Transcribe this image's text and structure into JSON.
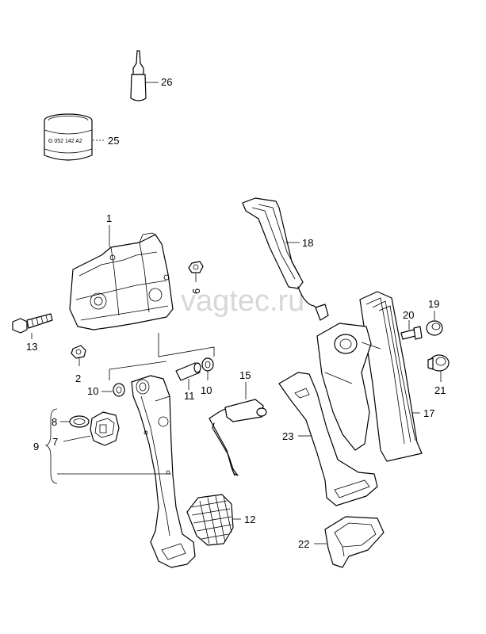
{
  "watermark": "vagtec.ru",
  "container_label": "G 052 142 A2",
  "callouts": {
    "c1": "1",
    "c2": "2",
    "c6": "6",
    "c7": "7",
    "c8": "8",
    "c9": "9",
    "c10a": "10",
    "c10b": "10",
    "c11": "11",
    "c12": "12",
    "c13": "13",
    "c15": "15",
    "c17": "17",
    "c18": "18",
    "c19": "19",
    "c20": "20",
    "c21": "21",
    "c22": "22",
    "c23": "23",
    "c25": "25",
    "c26": "26"
  }
}
